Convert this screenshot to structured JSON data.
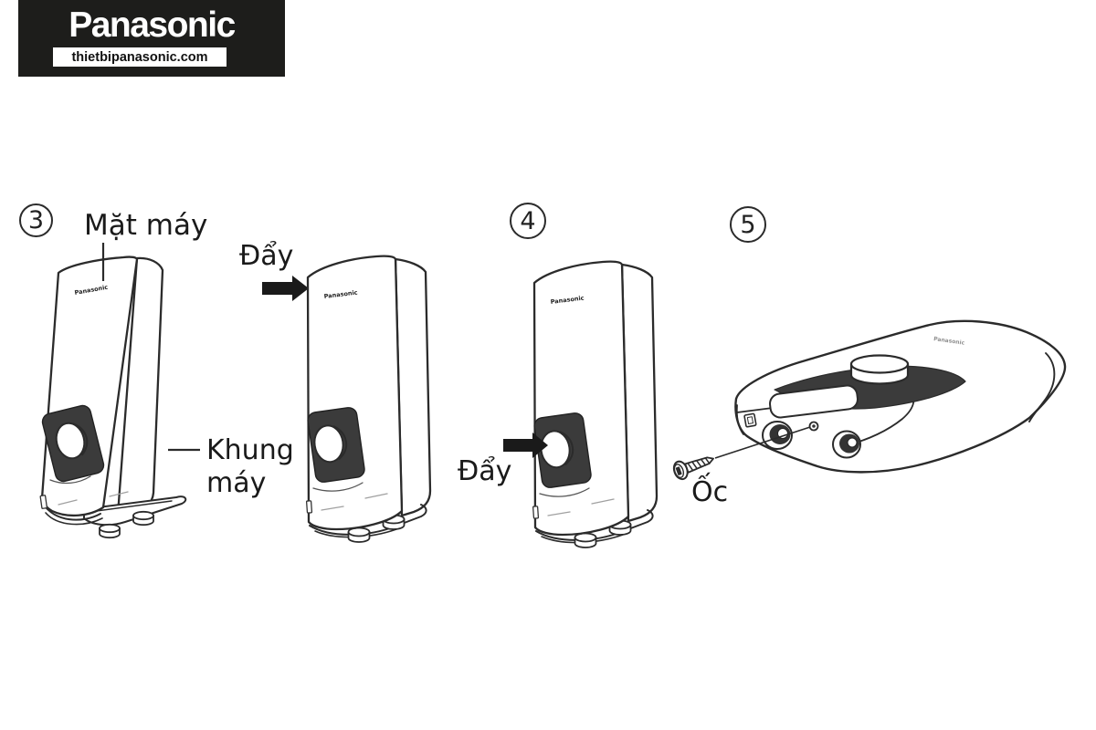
{
  "logo": {
    "brand": "Panasonic",
    "website": "thietbipanasonic.com",
    "bg_color": "#1d1d1b",
    "text_color": "#ffffff"
  },
  "diagram": {
    "brand_label": "Panasonic",
    "colors": {
      "line": "#2b2b2b",
      "panel_dark": "#3b3b3b",
      "arrow": "#1a1a1a"
    },
    "steps": [
      {
        "number": "3",
        "label_front_panel": "Mặt máy",
        "label_push": "Đẩy",
        "label_frame": "Khung máy"
      },
      {
        "number": "4",
        "label_push": "Đẩy"
      },
      {
        "number": "5",
        "label_screw": "Ốc"
      }
    ]
  }
}
